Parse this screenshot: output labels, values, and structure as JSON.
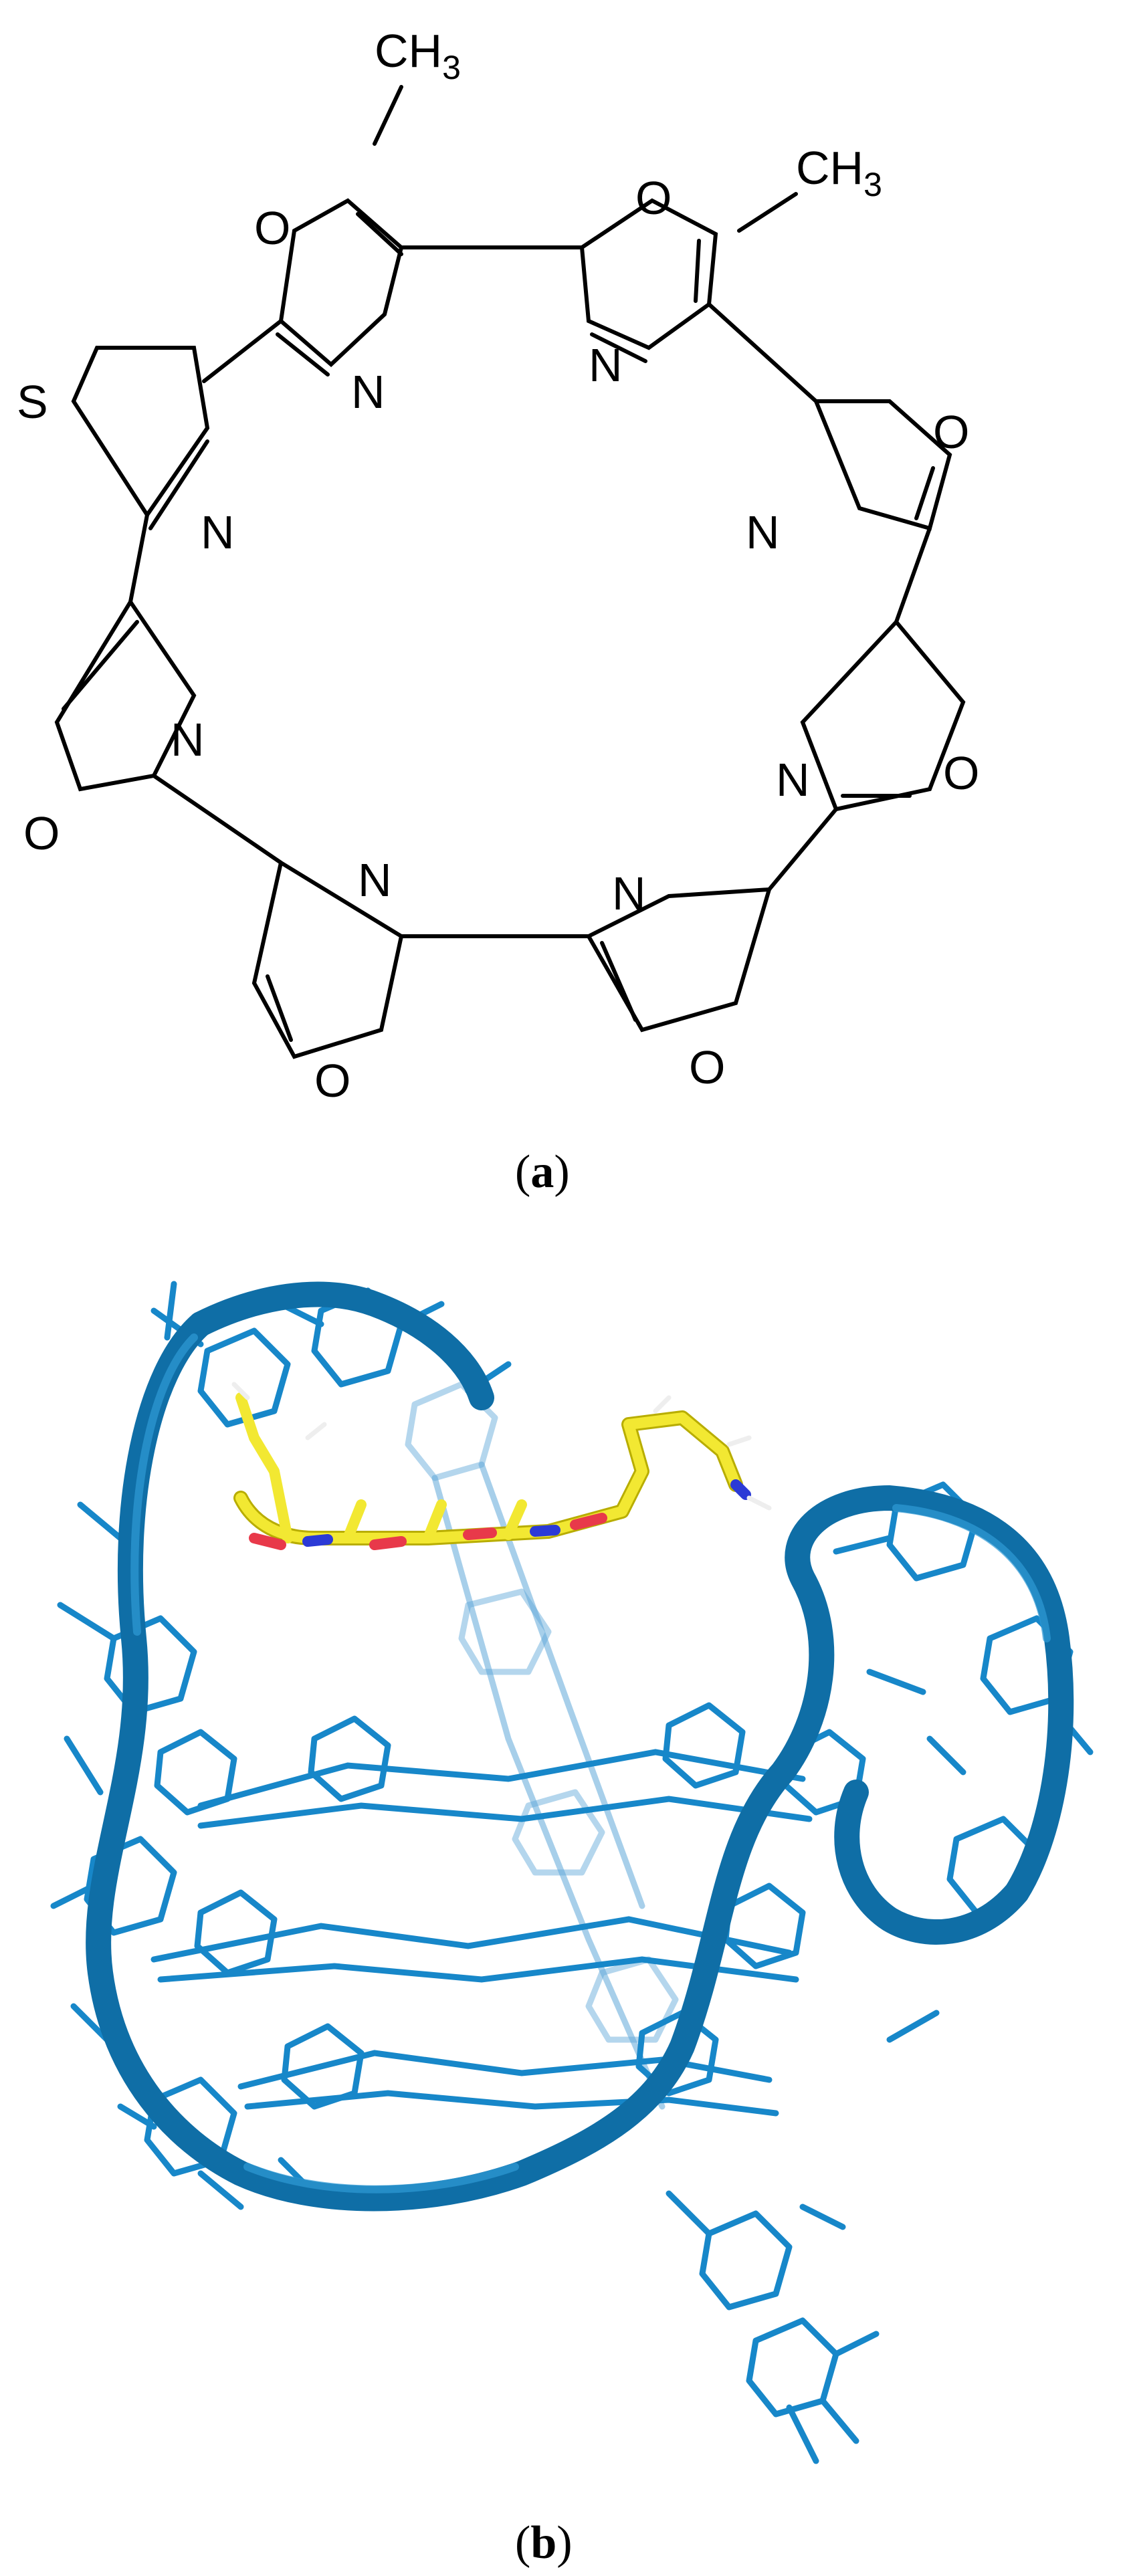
{
  "panel_a": {
    "caption_open": "(",
    "caption_letter": "a",
    "caption_close": ")",
    "atoms": {
      "methyl_1": "CH",
      "methyl_1_sub": "3",
      "methyl_2": "CH",
      "methyl_2_sub": "3",
      "sulfur": "S",
      "oxygen": "O",
      "nitrogen": "N"
    }
  },
  "panel_b": {
    "caption_open": "(",
    "caption_letter": "b",
    "caption_close": ")"
  },
  "colors": {
    "dna_backbone": "#0f6ea6",
    "dna_sticks": "#1787c9",
    "ligand_carbon": "#f2e832",
    "ligand_oxygen": "#e8394a",
    "ligand_nitrogen": "#2b3ad6"
  }
}
